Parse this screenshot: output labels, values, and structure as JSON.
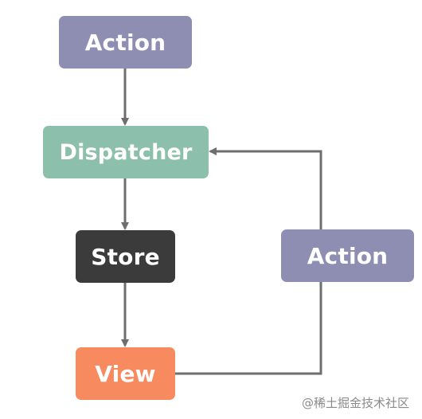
{
  "diagram": {
    "nodes": {
      "action_top": "Action",
      "dispatcher": "Dispatcher",
      "store": "Store",
      "view": "View",
      "action_right": "Action"
    },
    "colors": {
      "action": "#8E8DB2",
      "dispatcher": "#8CC0AC",
      "store": "#3B3B3B",
      "view": "#F78A5E",
      "connector": "#6E6E6E"
    }
  },
  "watermark": "@稀土掘金技术社区"
}
